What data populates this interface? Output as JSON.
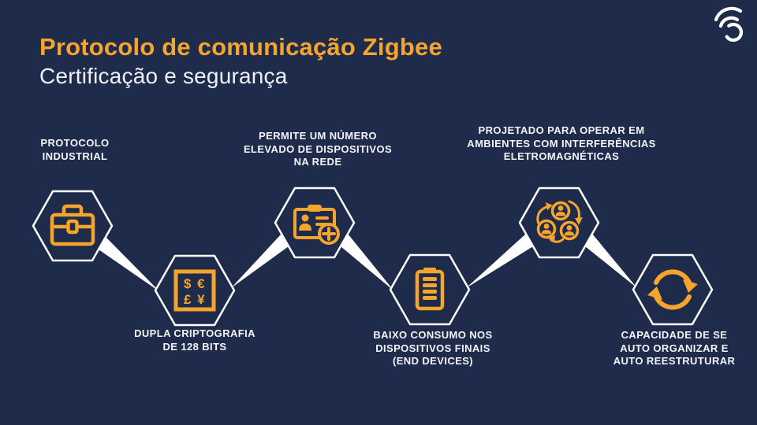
{
  "slide": {
    "title": "Protocolo de comunicação Zigbee",
    "subtitle": "Certificação e segurança",
    "background_color": "#1F2B4A",
    "accent_color": "#F5A42D",
    "text_color": "#FFFFFF"
  },
  "logo": {
    "icon": "spiral-signal-logo"
  },
  "features": [
    {
      "id": "protocolo-industrial",
      "icon": "briefcase-icon",
      "label_position": "above",
      "label": "PROTOCOLO\nINDUSTRIAL"
    },
    {
      "id": "dupla-criptografia",
      "icon": "currency-encryption-icon",
      "label_position": "below",
      "label": "DUPLA CRIPTOGRAFIA\nDE 128 BITS"
    },
    {
      "id": "numero-dispositivos",
      "icon": "id-card-add-icon",
      "label_position": "above",
      "label": "PERMITE UM NÚMERO\nELEVADO DE DISPOSITIVOS\nNA REDE"
    },
    {
      "id": "baixo-consumo",
      "icon": "battery-icon",
      "label_position": "below",
      "label": "BAIXO CONSUMO NOS\nDISPOSITIVOS FINAIS\n(END DEVICES)"
    },
    {
      "id": "interferencias",
      "icon": "user-network-icon",
      "label_position": "above",
      "label": "PROJETADO PARA OPERAR EM\nAMBIENTES COM INTERFERÊNCIAS\nELETROMAGNÉTICAS"
    },
    {
      "id": "auto-organizar",
      "icon": "sync-arrows-icon",
      "label_position": "below",
      "label": "CAPACIDADE DE SE\nAUTO ORGANIZAR E\nAUTO REESTRUTURAR"
    }
  ],
  "currency_glyphs": {
    "row1": "$ €",
    "row2": "£ ¥"
  }
}
